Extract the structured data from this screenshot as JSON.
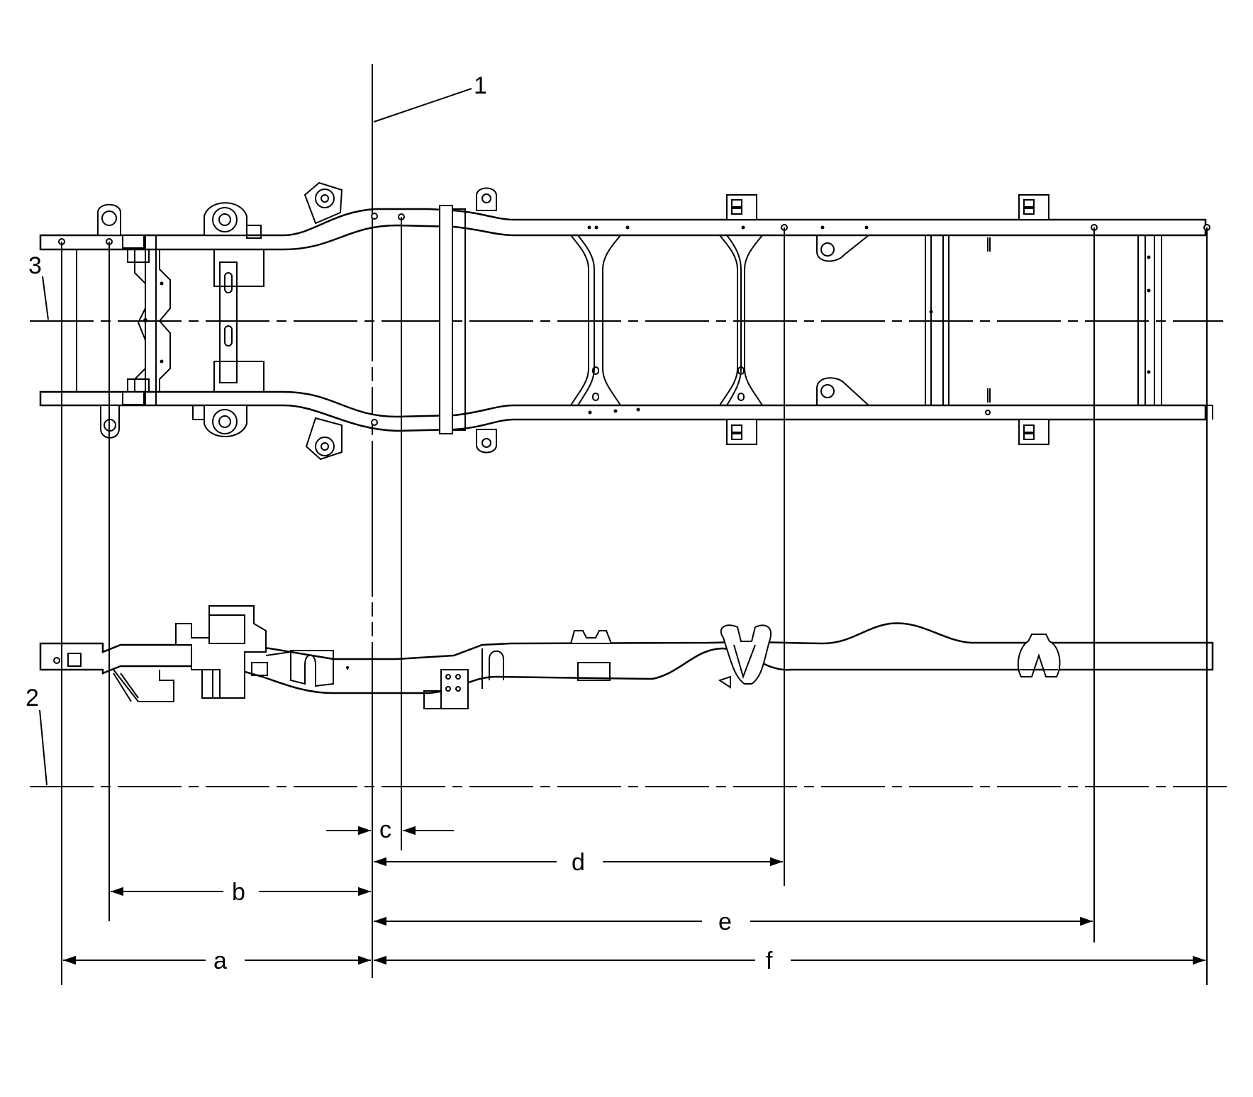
{
  "callouts": {
    "ref_vertical": "1",
    "ref_side_datum": "2",
    "ref_plan_centerline": "3"
  },
  "dimensions": {
    "a": "a",
    "b": "b",
    "c": "c",
    "d": "d",
    "e": "e",
    "f": "f"
  }
}
